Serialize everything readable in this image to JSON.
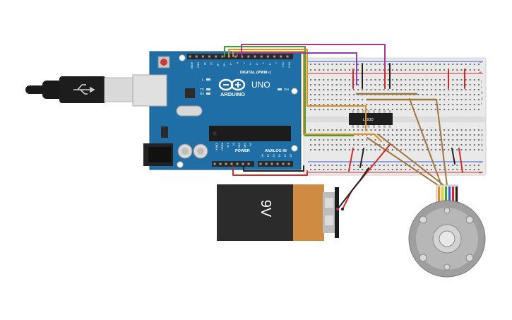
{
  "arduino": {
    "brand": "ARDUINO",
    "model": "UNO",
    "digital_label": "DIGITAL (PWM~)",
    "power_label": "POWER",
    "analog_label": "ANALOG IN",
    "on_label": "ON",
    "led_l": "L",
    "led_tx": "TX",
    "led_rx": "RX",
    "top_header_labels": [
      "AREF",
      "GND",
      "13",
      "12",
      "~11",
      "~10",
      "~9",
      "8",
      "7",
      "~6",
      "~5",
      "4",
      "~3",
      "2",
      "TX 1",
      "RX 0"
    ],
    "power_pin_labels": [
      "IOREF",
      "RESET",
      "3.3V",
      "5V",
      "GND",
      "GND",
      "Vin"
    ],
    "analog_pin_labels": [
      "A0",
      "A1",
      "A2",
      "A3",
      "A4",
      "A5"
    ]
  },
  "breadboard": {
    "row_letters_top": [
      "j",
      "i",
      "h",
      "g",
      "f"
    ],
    "row_letters_bottom": [
      "e",
      "d",
      "c",
      "b",
      "a"
    ],
    "plus_sign": "+",
    "minus_sign": "−"
  },
  "chip": {
    "label": "L293D"
  },
  "battery": {
    "label": "9V"
  },
  "colors": {
    "board": "#1f6fa6",
    "breadboard": "#e9e9e9",
    "wire_green": "#3aa335",
    "wire_purple": "#8b3fa8",
    "wire_magenta": "#b0368c",
    "wire_orange": "#e08f1e",
    "wire_brown": "#a0763f",
    "wire_red": "#d22a2a",
    "wire_black": "#222222"
  }
}
